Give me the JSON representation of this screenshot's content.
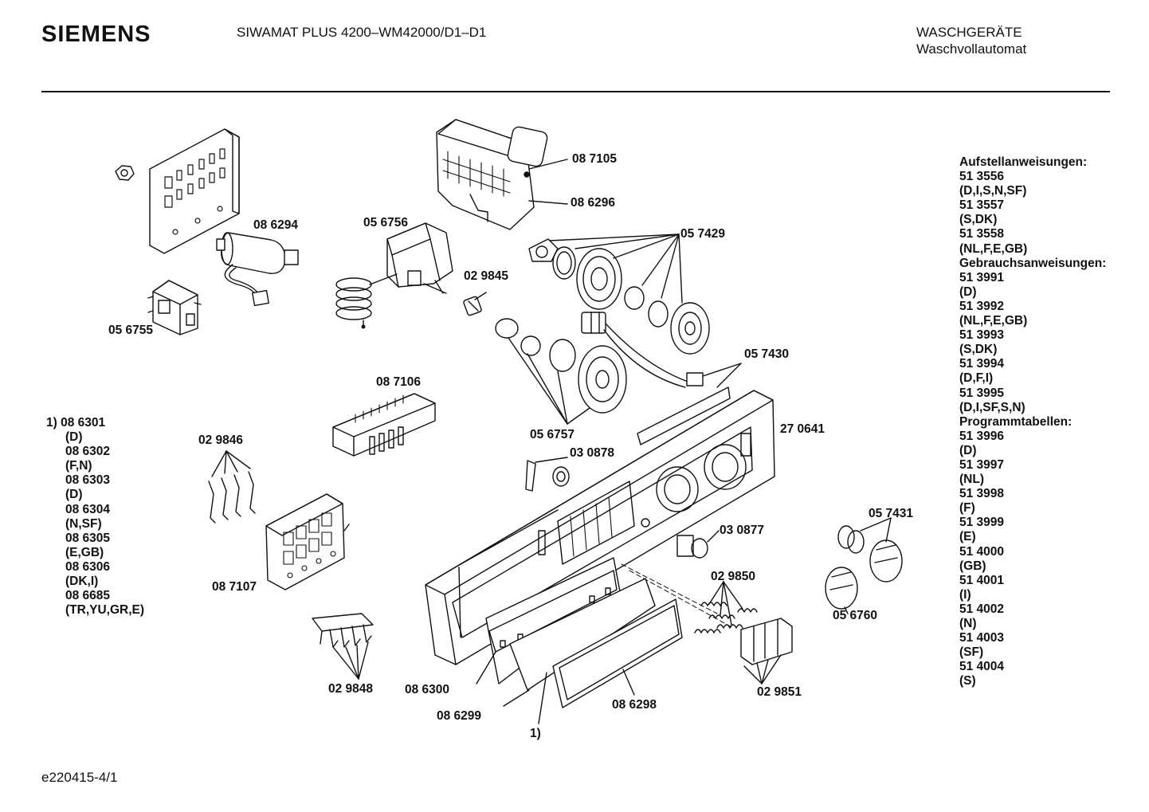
{
  "header": {
    "brand": "SIEMENS",
    "model": "SIWAMAT PLUS 4200–WM42000/D1–D1",
    "category_line1": "WASCHGERÄTE",
    "category_line2": "Waschvollautomat"
  },
  "footer": {
    "ref": "e220415-4/1"
  },
  "part_labels": {
    "p086294": "08 6294",
    "p056755": "05 6755",
    "p056756": "05 6756",
    "p029845": "02 9845",
    "p087105": "08 7105",
    "p086296": "08 6296",
    "p057429": "05 7429",
    "p057430": "05 7430",
    "p087106": "08 7106",
    "p056757": "05 6757",
    "p270641": "27 0641",
    "p029846": "02 9846",
    "p030878": "03 0878",
    "p087107": "08 7107",
    "p030877": "03 0877",
    "p057431": "05 7431",
    "p029850": "02 9850",
    "p056760": "05 6760",
    "p029848": "02 9848",
    "p086300": "08 6300",
    "p086299": "08 6299",
    "p086298": "08 6298",
    "p029851": "02 9851",
    "p1": "1)"
  },
  "footnote_list": [
    "1) 08 6301",
    "(D)",
    "08 6302",
    "(F,N)",
    "08 6303",
    "(D)",
    "08 6304",
    "(N,SF)",
    "08 6305",
    "(E,GB)",
    "08 6306",
    "(DK,I)",
    "08 6685",
    "(TR,YU,GR,E)"
  ],
  "doc_list": [
    "Aufstellanweisungen:",
    "51 3556",
    "(D,I,S,N,SF)",
    "51 3557",
    "(S,DK)",
    "51 3558",
    "(NL,F,E,GB)",
    "Gebrauchsanweisungen:",
    "51 3991",
    "(D)",
    "51 3992",
    "(NL,F,E,GB)",
    "51 3993",
    "(S,DK)",
    "51 3994",
    "(D,F,I)",
    "51 3995",
    "(D,I,SF,S,N)",
    "Programmtabellen:",
    "51 3996",
    "(D)",
    "51 3997",
    "(NL)",
    "51 3998",
    "(F)",
    "51 3999",
    "(E)",
    "51 4000",
    "(GB)",
    "51 4001",
    "(I)",
    "51 4002",
    "(N)",
    "51 4003",
    "(SF)",
    "51 4004",
    "(S)"
  ]
}
